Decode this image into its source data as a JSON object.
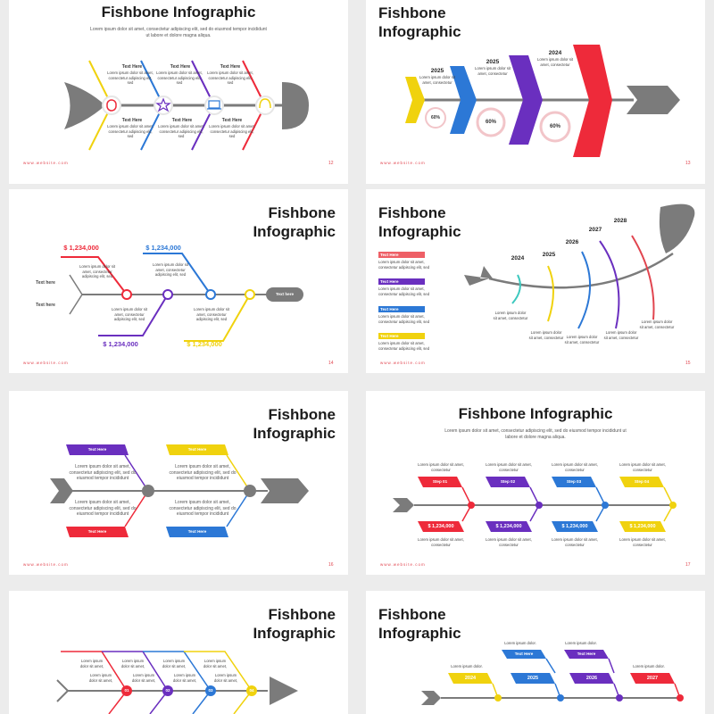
{
  "title_one_line": "Fishbone Infographic",
  "title_line1": "Fishbone",
  "title_line2": "Infographic",
  "intro": "Lorem ipsum dolor sit amet, consectetur adipiscing elit, sed do eiusmod tempor incididunt ut labore et dolore magna aliqua.",
  "footer": "www.website.com",
  "text_here": "Text Here",
  "text_here_lower": "Text here",
  "lorem_short": "Lorem ipsum dolor sit amet, consectetur adipiscing elit, sed",
  "lorem_3": "Lorem ipsum dolor sit amet, consectetur",
  "lorem_2": "Lorem ipsum dolor.",
  "lorem_long": "Lorem ipsum dolor sit amet, consectetur adipiscing elit, sed do eiusmod tempor incididunt",
  "lorem_tiny": "Lorem ipsum dolor sit amet,",
  "money": "$ 1,234,000",
  "pct": "60%",
  "colors": {
    "yellow": "#f0d20e",
    "blue": "#2c78d6",
    "purple": "#6a2fbf",
    "red": "#ee2a3a",
    "gray": "#7b7b7b",
    "accent": "#e1454f"
  },
  "slides": {
    "s12": {
      "page": "12",
      "icons": [
        "mouse-icon",
        "star-icon",
        "laptop-icon",
        "headphones-icon"
      ]
    },
    "s13": {
      "page": "13",
      "years": [
        "2025",
        "2025",
        "2024"
      ]
    },
    "s14": {
      "page": "14",
      "text_here_btn": "Text here"
    },
    "s15": {
      "page": "15",
      "years": [
        "2024",
        "2025",
        "2026",
        "2027",
        "2028"
      ]
    },
    "s16": {
      "page": "16"
    },
    "s17": {
      "page": "17",
      "steps": [
        "Step 01",
        "Step 02",
        "Step 03",
        "Step 04"
      ]
    },
    "s18": {
      "nums": [
        "01",
        "02",
        "03",
        "04"
      ]
    },
    "s19": {
      "years": [
        "2024",
        "2025",
        "2026",
        "2027"
      ]
    }
  }
}
